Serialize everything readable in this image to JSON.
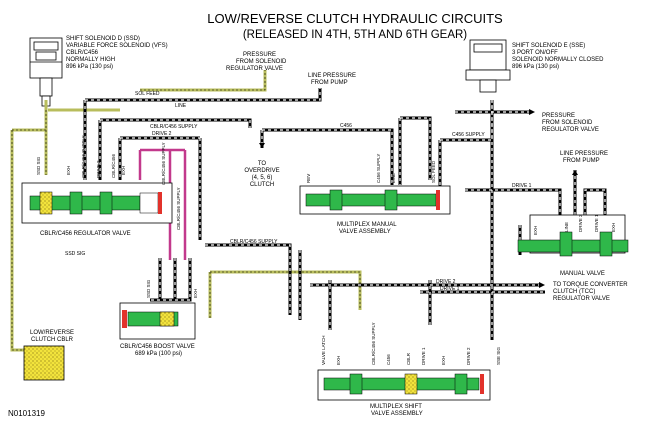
{
  "title": {
    "line1": "LOW/REVERSE CLUTCH HYDRAULIC CIRCUITS",
    "line2": "(RELEASED IN 4TH, 5TH AND 6TH GEAR)"
  },
  "ssd_note": [
    "SHIFT SOLENOID D (SSD)",
    "VARIABLE FORCE SOLENOID (VFS)",
    "CBLR/C456",
    "NORMALLY HIGH",
    "896 kPa (130 psi)"
  ],
  "sse_note": [
    "SHIFT SOLENOID E (SSE)",
    "3 PORT ON/OFF",
    "SOLENOID NORMALLY CLOSED",
    "896 kPa (130 psi)"
  ],
  "pressure_solenoid_top": [
    "PRESSURE",
    "FROM SOLENOID",
    "REGULATOR VALVE"
  ],
  "line_pressure_pump_mid": [
    "LINE PRESSURE",
    "FROM PUMP"
  ],
  "line_pressure_pump_right": [
    "LINE PRESSURE",
    "FROM PUMP"
  ],
  "pressure_solenoid_right": [
    "PRESSURE",
    "FROM SOLENOID",
    "REGULATOR VALVE"
  ],
  "to_overdrive": [
    "TO",
    "OVERDRIVE",
    "(4, 5, 6)",
    "CLUTCH"
  ],
  "to_tcc": [
    "TO TORQUE CONVERTER",
    "CLUTCH (TCC)",
    "REGULATOR VALVE"
  ],
  "lowrev_box": [
    "LOW/REVERSE",
    "CLUTCH CBLR"
  ],
  "valves": {
    "cblr_reg": "CBLR/C456 REGULATOR VALVE",
    "boost": [
      "CBLR/C456 BOOST VALVE",
      "689 kPa (100 psi)"
    ],
    "mux_manual": [
      "MULTIPLEX MANUAL",
      "VALVE ASSEMBLY"
    ],
    "manual": "MANUAL VALVE",
    "mux_shift": [
      "MULTIPLEX SHIFT",
      "VALVE ASSEMBLY"
    ]
  },
  "lines": {
    "sol_feed": "SOL FEED",
    "line": "LINE",
    "cblr_supply_top": "CBLR/C456 SUPPLY",
    "drive2_top": "DRIVE 2",
    "c456_top": "C456",
    "c456_supply_right": "C456 SUPPLY",
    "drive1_right": "DRIVE 1",
    "cblr_supply_mid": "CBLR/C456 SUPPLY",
    "ssd_sig": "SSD SIG",
    "drive2_bottom": "DRIVE 2",
    "drive1_bottom": "DRIVE 1"
  },
  "port_labels": {
    "ssd_sig_v": "SSD SIG",
    "exh": "EXH",
    "cblr_supply_v": "CBLR/C456 SUPPLY",
    "drive2_v": "DRIVE 2",
    "cblr_v": "CBLR/C456",
    "cblr_supply_v2": "CBLR/C456 SUPPLY",
    "cblr_supply_v3": "CBLR/C456 SUPPLY",
    "ssd_sig_boost": "SSD SIG",
    "rev": "REV",
    "c456_supply_v": "C456 SUPPLY",
    "line_v": "LINE",
    "sol_feed_v": "SOL FEED",
    "valve_latch": "VALVE LATCH",
    "cblr_supply_shift": "CBLR/C456 SUPPLY",
    "c456_shift": "C456",
    "cblr_shift": "CBLR",
    "drive1_shift": "DRIVE 1",
    "sse_sig": "SSE SIG",
    "drive2_shift": "DRIVE 2"
  },
  "figure_id": "N0101319",
  "colors": {
    "exhaust_fill": "#f2e33c",
    "boost_fill": "#ffe24a",
    "valve_green": "#2fb84a",
    "spring_red": "#e2322b",
    "magenta": "#c2398c",
    "olive_circuit": "#b8bd5c",
    "line_black": "#000000"
  }
}
